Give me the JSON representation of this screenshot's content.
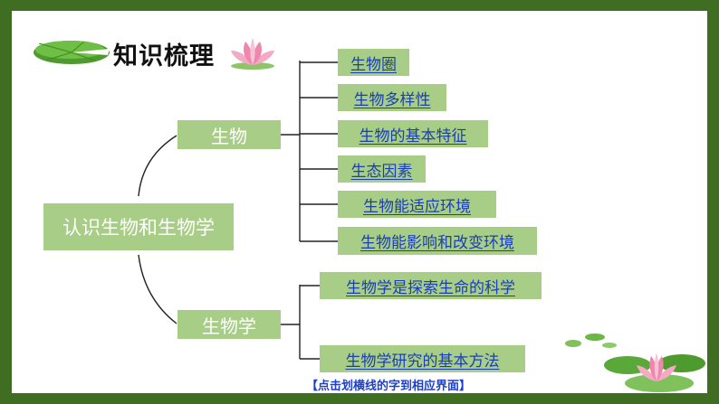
{
  "title": "知识梳理",
  "root": {
    "label": "认识生物和生物学"
  },
  "branches": [
    {
      "label": "生物",
      "children": [
        "生物圈",
        "生物多样性",
        "生物的基本特征",
        "生态因素",
        "生物能适应环境",
        "生物能影响和改变环境"
      ]
    },
    {
      "label": "生物学",
      "children": [
        "生物学是探索生命的科学",
        "生物学研究的基本方法"
      ]
    }
  ],
  "hint": {
    "open": "【",
    "text": "点击划横线的字到相应界面",
    "close": "】"
  },
  "colors": {
    "frame": "#3f6e22",
    "box": "#a7cd86",
    "link": "#1a3fb5",
    "line": "#222222"
  },
  "icons": {
    "title_left": "lily-pad-icon",
    "title_right": "lotus-flower-icon",
    "corner": "lotus-pond-icon"
  }
}
